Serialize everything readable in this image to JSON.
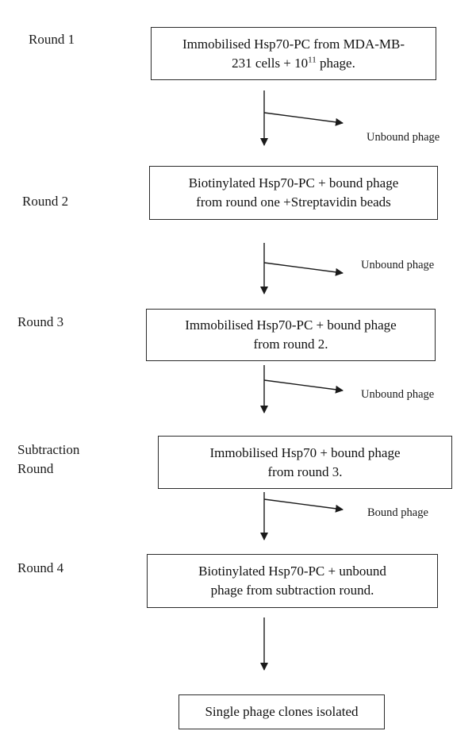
{
  "rounds": [
    {
      "label": "Round 1",
      "box_line1": "Immobilised Hsp70-PC from MDA-MB-",
      "box_line2_prefix": "231 cells + 10",
      "box_line2_sup": "11",
      "box_line2_suffix": " phage."
    },
    {
      "label": "Round 2",
      "box_line1": "Biotinylated Hsp70-PC + bound phage",
      "box_line2": "from round one +Streptavidin beads"
    },
    {
      "label": "Round 3",
      "box_line1": "Immobilised Hsp70-PC + bound phage",
      "box_line2": "from round 2."
    },
    {
      "label_line1": "Subtraction",
      "label_line2": "Round",
      "box_line1": "Immobilised Hsp70 + bound phage",
      "box_line2": "from round 3."
    },
    {
      "label": "Round 4",
      "box_line1": "Biotinylated Hsp70-PC + unbound",
      "box_line2": "phage from subtraction round."
    }
  ],
  "final_box": "Single phage clones isolated",
  "side_branches": [
    "Unbound phage",
    "Unbound phage",
    "Unbound phage",
    "Bound phage"
  ]
}
